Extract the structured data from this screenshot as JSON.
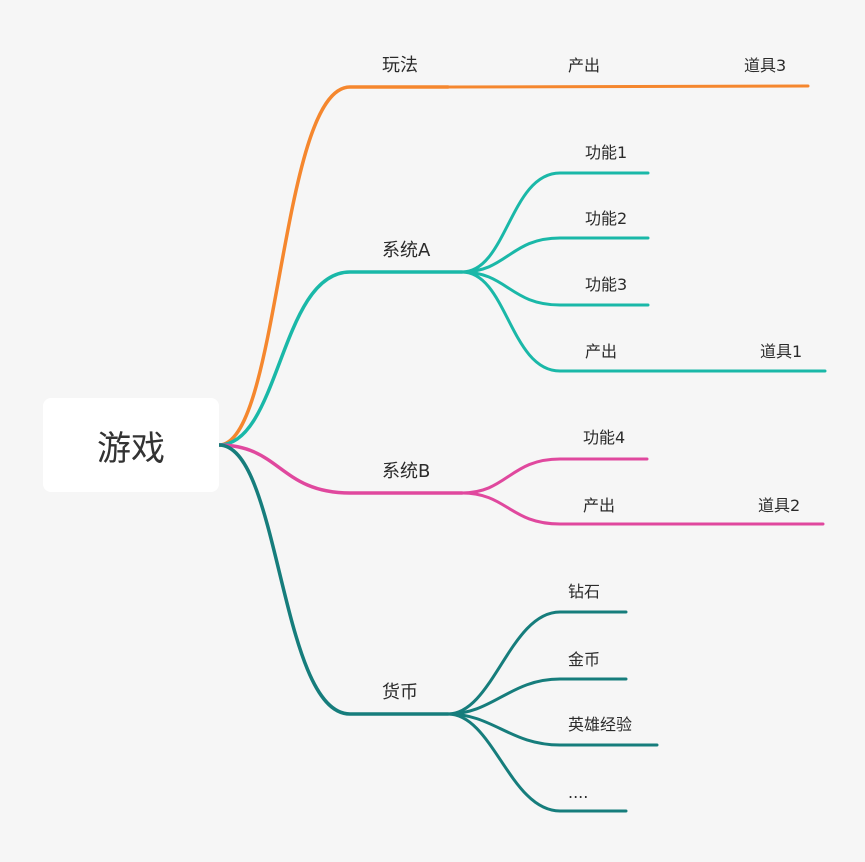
{
  "root": {
    "label": "游戏"
  },
  "branches": [
    {
      "label": "玩法",
      "color": "#f5872e",
      "children": [
        {
          "label": "产出",
          "leaf": "道具3"
        }
      ]
    },
    {
      "label": "系统A",
      "color": "#1ab8a8",
      "children": [
        {
          "label": "功能1"
        },
        {
          "label": "功能2"
        },
        {
          "label": "功能3"
        },
        {
          "label": "产出",
          "leaf": "道具1"
        }
      ]
    },
    {
      "label": "系统B",
      "color": "#e0489e",
      "children": [
        {
          "label": "功能4"
        },
        {
          "label": "产出",
          "leaf": "道具2"
        }
      ]
    },
    {
      "label": "货币",
      "color": "#167d7c",
      "children": [
        {
          "label": "钻石"
        },
        {
          "label": "金币"
        },
        {
          "label": "英雄经验"
        },
        {
          "label": "...."
        }
      ]
    }
  ]
}
